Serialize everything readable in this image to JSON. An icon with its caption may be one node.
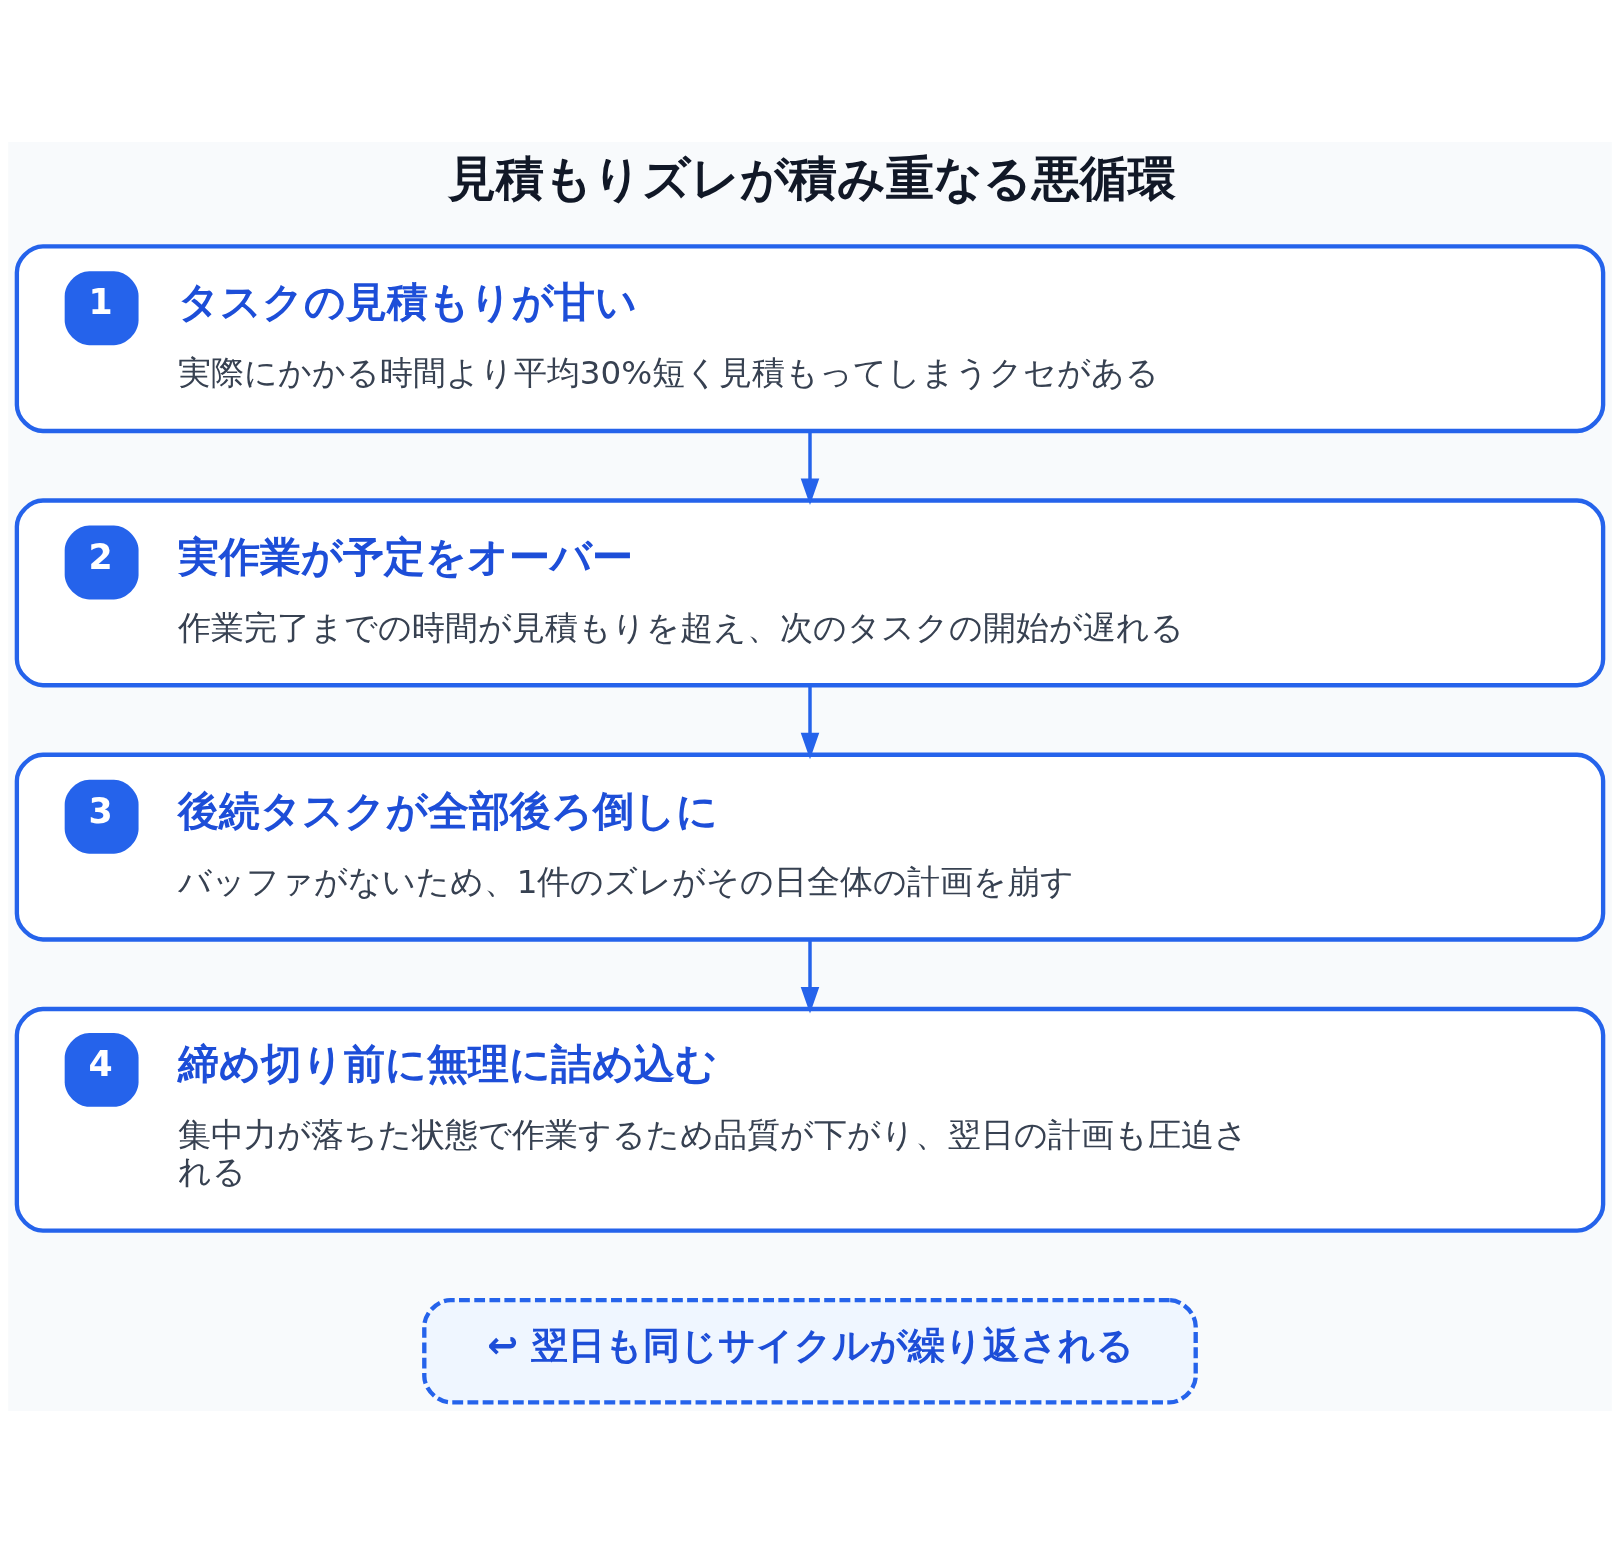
{
  "diagram": {
    "title": "見積もりズレが積み重なる悪循環",
    "nodes": [
      {
        "text": [
          "1",
          "タスクの見積もりが甘い",
          "実際にかかる時間より平均30%短く見積もってしまうクセがある"
        ]
      },
      {
        "text": [
          "2",
          "実作業が予定をオーバー",
          "作業完了までの時間が見積もりを超え、次のタスクの開始が遅れる"
        ]
      },
      {
        "text": [
          "3",
          "後続タスクが全部後ろ倒しに",
          "バッファがないため、1件のズレがその日全体の計画を崩す"
        ]
      },
      {
        "text": [
          "4",
          "締め切り前に無理に詰め込む",
          "集中力が落ちた状態で作業するため品質が下がり、翌日の計画も圧迫される"
        ]
      },
      {
        "text": [
          "↩ 翌日も同じサイクルが繰り返される"
        ]
      }
    ],
    "edges": [
      {
        "from": 0,
        "to": 1,
        "arrow": "to"
      },
      {
        "from": 1,
        "to": 2,
        "arrow": "to"
      },
      {
        "from": 2,
        "to": 3,
        "arrow": "to"
      }
    ]
  }
}
